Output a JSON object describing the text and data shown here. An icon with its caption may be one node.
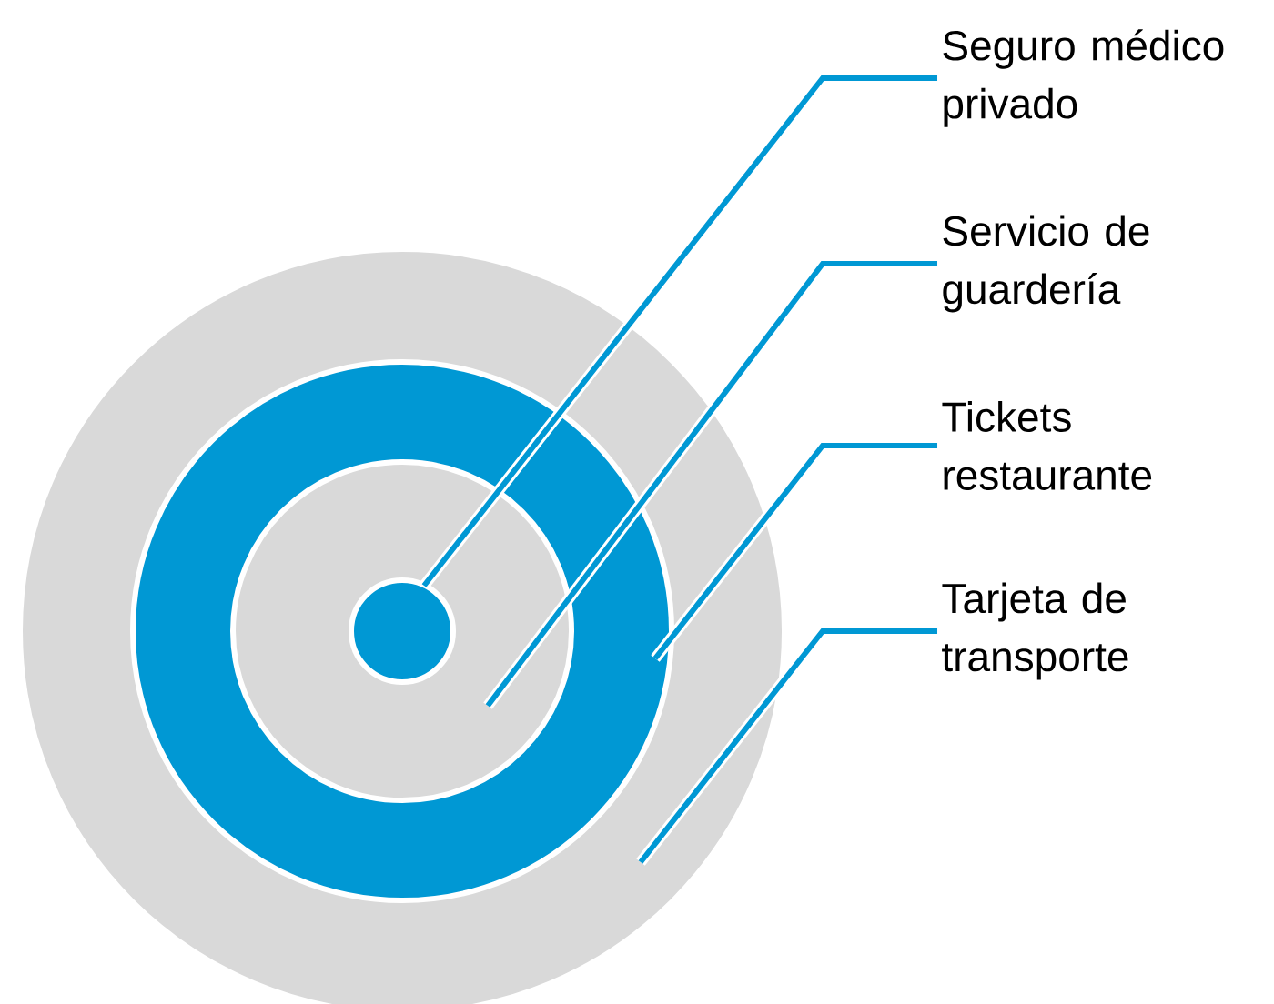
{
  "diagram": {
    "nodes": [
      {
        "text": [
          "Seguro médico privado"
        ]
      },
      {
        "text": [
          "Servicio de guardería"
        ]
      },
      {
        "text": [
          "Tickets restaurante"
        ]
      },
      {
        "text": [
          "Tarjeta de transporte"
        ]
      },
      {
        "text": [],
        "shape": "circle"
      },
      {
        "text": [],
        "shape": "ring",
        "in": 4
      },
      {
        "text": [],
        "shape": "circle",
        "in": 5
      },
      {
        "text": [],
        "shape": "dot",
        "in": 6
      }
    ],
    "edges": [
      {
        "from": 0,
        "to": 7,
        "arrow": "none"
      },
      {
        "from": 1,
        "to": 6,
        "arrow": "none"
      },
      {
        "from": 2,
        "to": 5,
        "arrow": "none"
      },
      {
        "from": 3,
        "to": 4,
        "arrow": "none"
      }
    ]
  }
}
